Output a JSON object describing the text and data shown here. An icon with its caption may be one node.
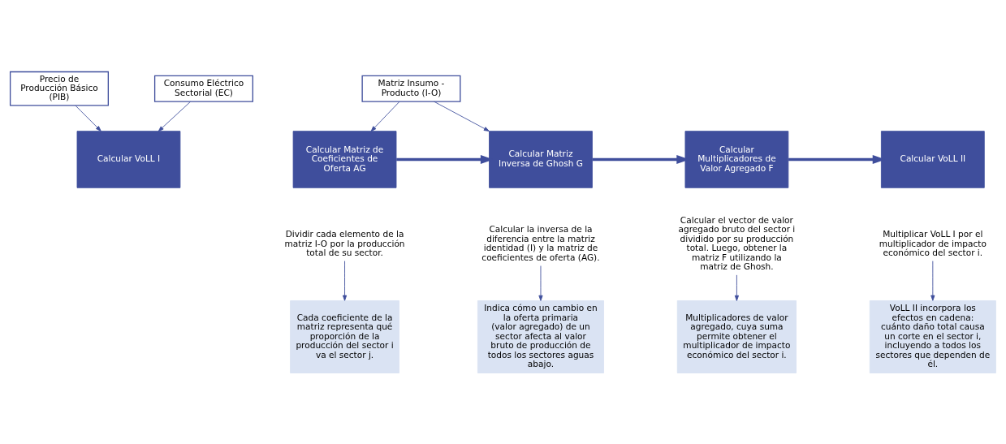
{
  "diagram": {
    "nodes": [
      {
        "text": [
          "Precio de Producción Básico (PIB)"
        ]
      },
      {
        "text": [
          "Consumo Eléctrico Sectorial (EC)"
        ]
      },
      {
        "text": [
          "Matriz Insumo - Producto (I-O)"
        ]
      },
      {
        "text": [
          "Calcular VoLL I"
        ]
      },
      {
        "text": [
          "Calcular Matriz de Coeficientes de Oferta AG"
        ]
      },
      {
        "text": [
          "Calcular Matriz Inversa de Ghosh G"
        ]
      },
      {
        "text": [
          "Calcular Multiplicadores de Valor Agregado F"
        ]
      },
      {
        "text": [
          "Calcular VoLL II"
        ]
      },
      {
        "text": [
          "Dividir cada elemento de la matriz I-O por la producción total de su sector."
        ]
      },
      {
        "text": [
          "Calcular la inversa de la diferencia entre la matriz identidad (I) y la matriz de coeficientes de oferta (AG)."
        ]
      },
      {
        "text": [
          "Calcular el vector de valor agregado bruto del sector i dividido por su producción total. Luego, obtener la matriz F utilizando la matriz de Ghosh."
        ]
      },
      {
        "text": [
          "Multiplicar VoLL I por el multiplicador de impacto económico del sector i."
        ]
      },
      {
        "text": [
          "Cada coeficiente de la matriz representa qué proporción de la producción del sector i va el sector j."
        ]
      },
      {
        "text": [
          "Indica cómo un cambio en la oferta primaria (valor agregado) de un sector afecta al valor bruto de producción de todos los sectores aguas abajo."
        ]
      },
      {
        "text": [
          "Multiplicadores de valor agregado, cuya suma permite obtener el multiplicador de impacto económico del sector i."
        ]
      },
      {
        "text": [
          "VoLL II incorpora los efectos en cadena: cuánto daño total causa un corte en el sector i, incluyendo a todos los sectores que dependen de él."
        ]
      }
    ],
    "edges": [
      {
        "from": 0,
        "to": 3,
        "arrow": "to"
      },
      {
        "from": 1,
        "to": 3,
        "arrow": "to"
      },
      {
        "from": 2,
        "to": 4,
        "arrow": "to"
      },
      {
        "from": 2,
        "to": 5,
        "arrow": "to"
      },
      {
        "from": 4,
        "to": 5,
        "arrow": "to",
        "style": "thick"
      },
      {
        "from": 5,
        "to": 6,
        "arrow": "to",
        "style": "thick"
      },
      {
        "from": 6,
        "to": 7,
        "arrow": "to",
        "style": "thick"
      },
      {
        "from": 8,
        "to": 12,
        "arrow": "to"
      },
      {
        "from": 9,
        "to": 13,
        "arrow": "to"
      },
      {
        "from": 10,
        "to": 14,
        "arrow": "to"
      },
      {
        "from": 11,
        "to": 15,
        "arrow": "to"
      }
    ]
  }
}
